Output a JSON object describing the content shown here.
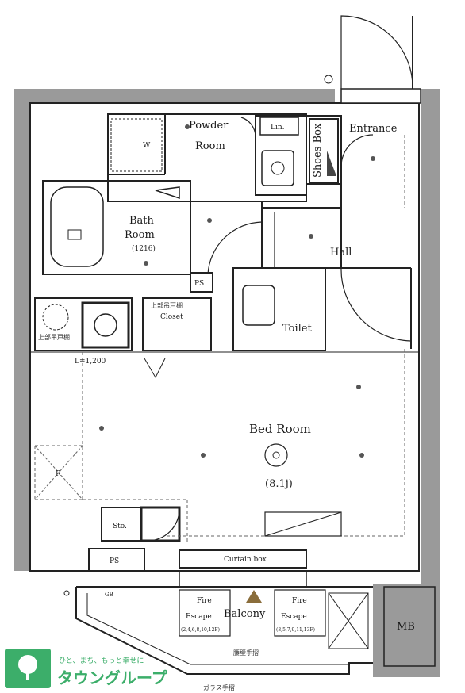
{
  "rooms": {
    "powder": {
      "line1": "Powder",
      "line2": "Room"
    },
    "linen": "Lin.",
    "shoes_box": "Shoes Box",
    "entrance": "Entrance",
    "bath": {
      "line1": "Bath",
      "line2": "Room",
      "size": "(1216)"
    },
    "hall": "Hall",
    "ps_top": "PS",
    "toilet": "Toilet",
    "closet": {
      "jp": "上部吊戸棚",
      "en": "Closet"
    },
    "upper_cabinet": "上部吊戸棚",
    "kitchen_length": "L=1,200",
    "bed": {
      "name": "Bed Room",
      "size": "(8.1j)"
    },
    "storage": "Sto.",
    "ps_bottom": "PS",
    "curtain_box": "Curtain box",
    "balcony": "Balcony",
    "fire_escape_left": {
      "line1": "Fire",
      "line2": "Escape",
      "floors": "(2,4,6,8,10,12F)"
    },
    "fire_escape_right": {
      "line1": "Fire",
      "line2": "Escape",
      "floors": "(3,5,7,9,11,13F)"
    },
    "mb": "MB",
    "handrail_left": "腰壁手摺",
    "handrail_bottom": "ガラス手摺",
    "wm_letter": "W",
    "r_letter": "R",
    "gb": "GB"
  },
  "logo": {
    "tagline": "ひと、まち、もっと幸せに",
    "name": "タウングループ",
    "color": "#3cae6a"
  },
  "colors": {
    "wall": "#9a9a9a",
    "line": "#222222",
    "dash": "#666666"
  }
}
